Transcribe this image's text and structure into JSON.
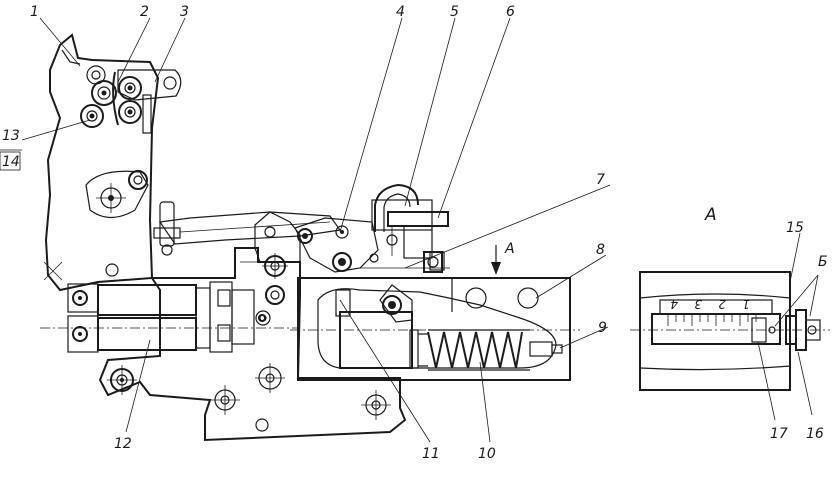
{
  "drawing": {
    "callouts": [
      {
        "id": "1",
        "text": "1"
      },
      {
        "id": "2",
        "text": "2"
      },
      {
        "id": "3",
        "text": "3"
      },
      {
        "id": "4",
        "text": "4"
      },
      {
        "id": "5",
        "text": "5"
      },
      {
        "id": "6",
        "text": "6"
      },
      {
        "id": "7",
        "text": "7"
      },
      {
        "id": "8",
        "text": "8"
      },
      {
        "id": "9",
        "text": "9"
      },
      {
        "id": "10",
        "text": "10"
      },
      {
        "id": "11",
        "text": "11"
      },
      {
        "id": "12",
        "text": "12"
      },
      {
        "id": "13",
        "text": "13"
      },
      {
        "id": "14",
        "text": "14"
      },
      {
        "id": "15",
        "text": "15"
      },
      {
        "id": "16",
        "text": "16"
      },
      {
        "id": "17",
        "text": "17"
      }
    ],
    "view_arrow_label": "A",
    "view_title": "A",
    "b_label": "Б",
    "scale_marks": [
      "4",
      "3",
      "2",
      "1"
    ]
  }
}
